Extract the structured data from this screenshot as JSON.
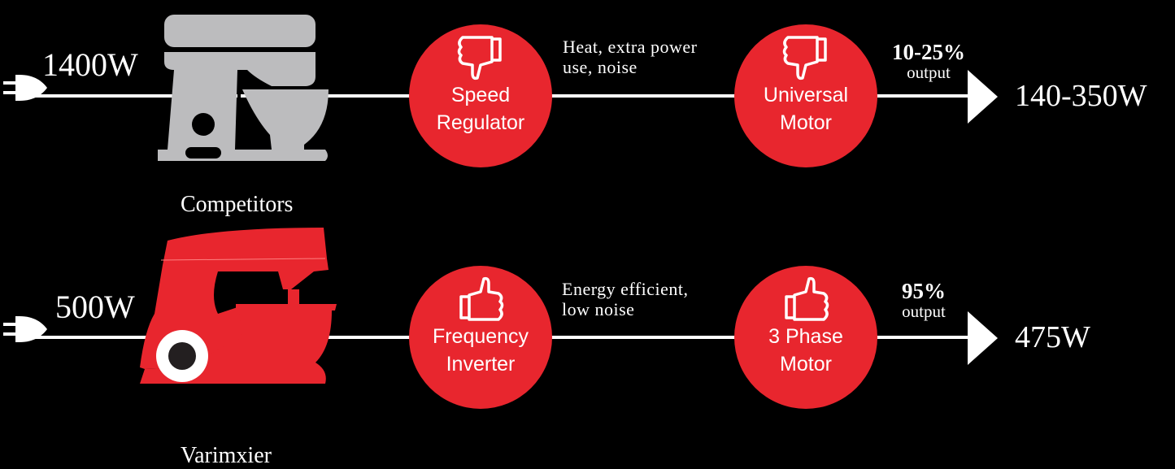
{
  "rows": [
    {
      "input_power": "1400W",
      "mixer_label": "Competitors",
      "stage1": {
        "line1": "Speed",
        "line2": "Regulator",
        "icon": "thumbs-down-icon"
      },
      "note": {
        "line1": "Heat, extra power",
        "line2": "use, noise"
      },
      "stage2": {
        "line1": "Universal",
        "line2": "Motor",
        "icon": "thumbs-down-icon"
      },
      "efficiency": "10-25%",
      "efficiency_label": "output",
      "output_power": "140-350W",
      "mixer_color": "#bcbcbe"
    },
    {
      "input_power": "500W",
      "mixer_label": "Varimxier",
      "stage1": {
        "line1": "Frequency",
        "line2": "Inverter",
        "icon": "thumbs-up-icon"
      },
      "note": {
        "line1": "Energy efficient,",
        "line2": "low noise"
      },
      "stage2": {
        "line1": "3 Phase",
        "line2": "Motor",
        "icon": "thumbs-up-icon"
      },
      "efficiency": "95%",
      "efficiency_label": "output",
      "output_power": "475W",
      "mixer_color": "#e8262e"
    }
  ],
  "colors": {
    "accent": "#e8262e",
    "background": "#000000",
    "line": "#ffffff"
  }
}
